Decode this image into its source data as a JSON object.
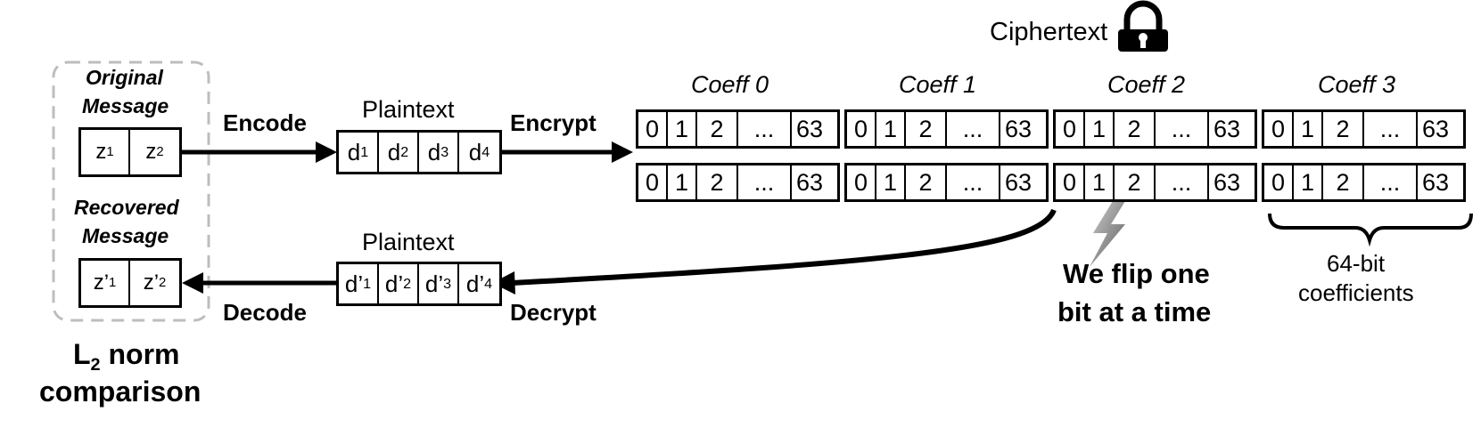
{
  "ciphertext_label": "Ciphertext",
  "encode_label": "Encode",
  "encrypt_label": "Encrypt",
  "decode_label": "Decode",
  "decrypt_label": "Decrypt",
  "plaintext_top_label": "Plaintext",
  "plaintext_bottom_label": "Plaintext",
  "original_message": {
    "line1": "Original",
    "line2": "Message",
    "cells": [
      "z",
      "z"
    ],
    "subs": [
      "1",
      "2"
    ]
  },
  "recovered_message": {
    "line1": "Recovered",
    "line2": "Message",
    "cells": [
      "z’",
      "z’"
    ],
    "subs": [
      "1",
      "2"
    ]
  },
  "plaintext_top": {
    "cells": [
      "d",
      "d",
      "d",
      "d"
    ],
    "subs": [
      "1",
      "2",
      "3",
      "4"
    ]
  },
  "plaintext_bottom": {
    "cells": [
      "d’",
      "d’",
      "d’",
      "d’"
    ],
    "subs": [
      "1",
      "2",
      "3",
      "4"
    ]
  },
  "coeffs": [
    {
      "label": "Coeff 0",
      "bits": [
        "0",
        "1",
        "2",
        "...",
        "63"
      ]
    },
    {
      "label": "Coeff 1",
      "bits": [
        "0",
        "1",
        "2",
        "...",
        "63"
      ]
    },
    {
      "label": "Coeff 2",
      "bits": [
        "0",
        "1",
        "2",
        "...",
        "63"
      ]
    },
    {
      "label": "Coeff 3",
      "bits": [
        "0",
        "1",
        "2",
        "...",
        "63"
      ]
    }
  ],
  "flip_text": {
    "line1": "We flip one",
    "line2": "bit at a time"
  },
  "coeff_note": {
    "line1": "64-bit",
    "line2": "coefficients"
  },
  "norm_text": {
    "prefix": "L",
    "sub": "2",
    "suffix": " norm",
    "line2": "comparison"
  },
  "icons": [
    "lock-icon",
    "lightning-icon"
  ]
}
